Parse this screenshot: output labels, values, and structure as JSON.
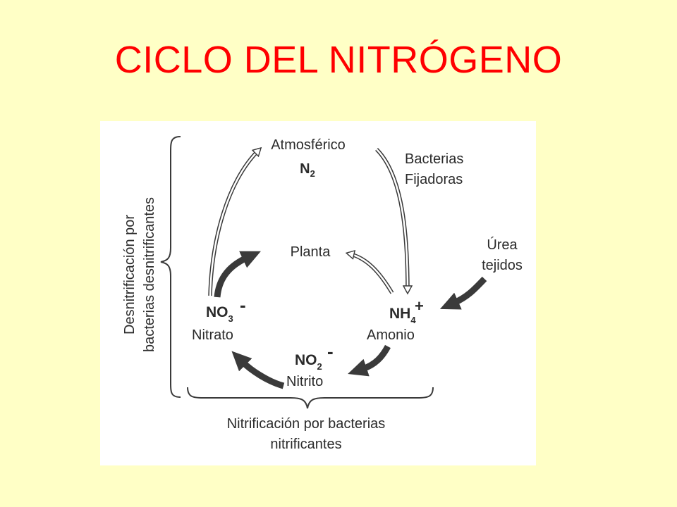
{
  "title": "CICLO DEL NITRÓGENO",
  "diagram": {
    "atmospheric": {
      "name": "Atmosférico",
      "formula": "N",
      "subscript": "2"
    },
    "fixing_bacteria": {
      "line1": "Bacterias",
      "line2": "Fijadoras"
    },
    "plant": "Planta",
    "urea": {
      "line1": "Úrea",
      "line2": "tejidos"
    },
    "nitrate": {
      "formula": "NO",
      "subscript": "3",
      "charge": "-",
      "name": "Nitrato"
    },
    "ammonium": {
      "formula": "NH",
      "subscript": "4",
      "charge": "+",
      "name": "Amonio"
    },
    "nitrite": {
      "formula": "NO",
      "subscript": "2",
      "charge": "-",
      "name": "Nitrito"
    },
    "denitrification": {
      "line1": "Desnitrificación por",
      "line2": "bacterias desnitrificantes"
    },
    "nitrification": {
      "line1": "Nitrificación por bacterias",
      "line2": "nitrificantes"
    },
    "colors": {
      "title": "#FF0000",
      "background": "#FFFFC6",
      "figure_background": "#FFFFFF",
      "arrow": "#3a3a3a"
    }
  }
}
